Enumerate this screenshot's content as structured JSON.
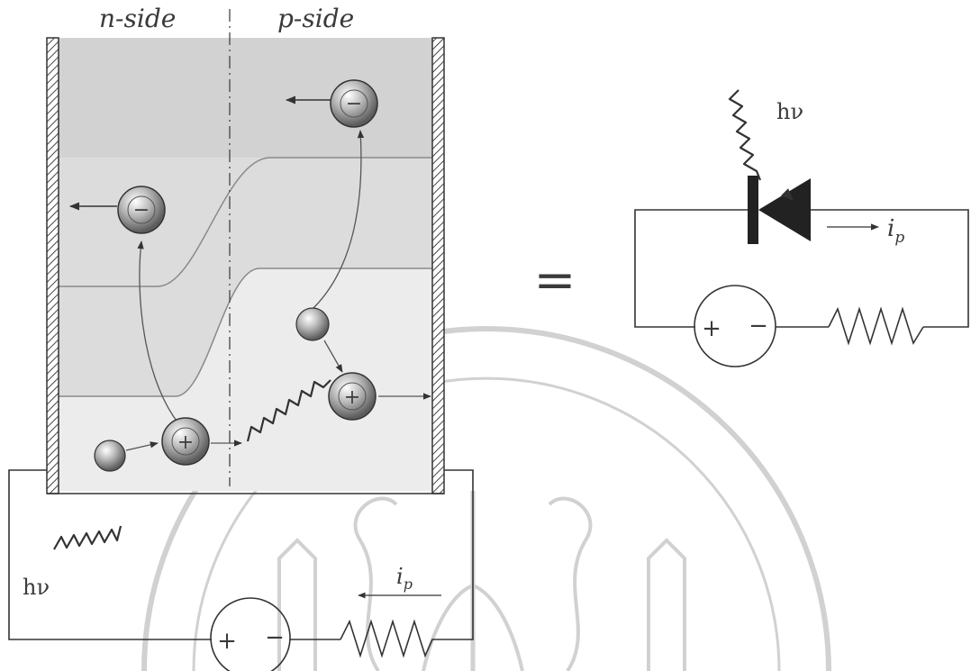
{
  "labels": {
    "n_side": "n-side",
    "p_side": "p-side",
    "hv": "hν",
    "hv_right": "hν",
    "ip_left": "i",
    "ip_left_sub": "p",
    "ip_right": "i",
    "ip_right_sub": "p",
    "equals": "="
  },
  "carriers": {
    "hole": "+",
    "electron": "−"
  },
  "source": {
    "plus": "+",
    "minus": "−"
  },
  "colors": {
    "band_fill": "#dedede",
    "line": "#333333",
    "watermark": "#c9c9c9"
  }
}
